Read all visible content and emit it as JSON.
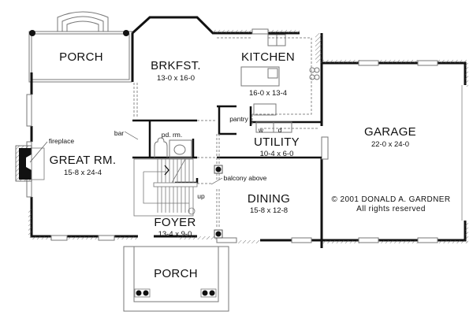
{
  "plan": {
    "rooms": [
      {
        "id": "porch-rear",
        "name": "PORCH",
        "size": ""
      },
      {
        "id": "breakfast",
        "name": "BRKFST.",
        "size": "13-0 x 16-0"
      },
      {
        "id": "kitchen",
        "name": "KITCHEN",
        "size": "16-0 x 13-4"
      },
      {
        "id": "garage",
        "name": "GARAGE",
        "size": "22-0 x 24-0"
      },
      {
        "id": "great-room",
        "name": "GREAT RM.",
        "size": "15-8 x 24-4"
      },
      {
        "id": "utility",
        "name": "UTILITY",
        "size": "10-4 x 6-0"
      },
      {
        "id": "dining",
        "name": "DINING",
        "size": "15-8 x 12-8"
      },
      {
        "id": "foyer",
        "name": "FOYER",
        "size": "13-4 x 9-0"
      },
      {
        "id": "porch-front",
        "name": "PORCH",
        "size": ""
      }
    ],
    "annotations": {
      "fireplace": "fireplace",
      "bar": "bar",
      "powder_room": "pd. rm.",
      "pantry": "pantry",
      "washer": "w",
      "dryer": "d",
      "balcony": "balcony above",
      "stairs_up": "up"
    },
    "copyright": {
      "line1": "© 2001 DONALD A. GARDNER",
      "line2": "All rights reserved"
    }
  }
}
